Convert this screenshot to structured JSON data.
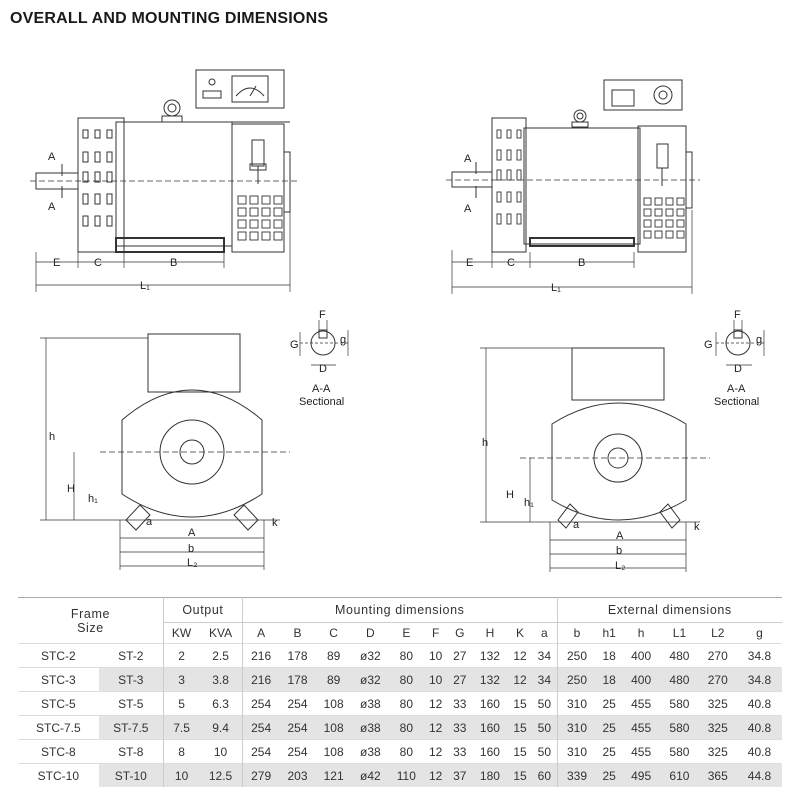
{
  "title": "OVERALL AND MOUNTING DIMENSIONS",
  "drawing_labels": {
    "A": "A",
    "B": "B",
    "C": "C",
    "E": "E",
    "L1": "L₁",
    "F": "F",
    "G": "G",
    "g": "g",
    "D": "D",
    "section_name": "A-A",
    "section_caption": "Sectional",
    "h": "h",
    "H": "H",
    "h1": "h₁",
    "a": "a",
    "k": "k",
    "b": "b",
    "L2": "L₂"
  },
  "table": {
    "group_headers": [
      "Frame\nSize",
      "Output",
      "Mounting dimensions",
      "External dimensions"
    ],
    "frame_header_line1": "Frame",
    "frame_header_line2": "Size",
    "output_header": "Output",
    "mounting_header": "Mounting dimensions",
    "external_header": "External dimensions",
    "columns": [
      "KW",
      "KVA",
      "A",
      "B",
      "C",
      "D",
      "E",
      "F",
      "G",
      "H",
      "K",
      "a",
      "b",
      "h1",
      "h",
      "L1",
      "L2",
      "g"
    ],
    "rows": [
      [
        "STC-2",
        "ST-2",
        "2",
        "2.5",
        "216",
        "178",
        "89",
        "ø32",
        "80",
        "10",
        "27",
        "132",
        "12",
        "34",
        "250",
        "18",
        "400",
        "480",
        "270",
        "34.8"
      ],
      [
        "STC-3",
        "ST-3",
        "3",
        "3.8",
        "216",
        "178",
        "89",
        "ø32",
        "80",
        "10",
        "27",
        "132",
        "12",
        "34",
        "250",
        "18",
        "400",
        "480",
        "270",
        "34.8"
      ],
      [
        "STC-5",
        "ST-5",
        "5",
        "6.3",
        "254",
        "254",
        "108",
        "ø38",
        "80",
        "12",
        "33",
        "160",
        "15",
        "50",
        "310",
        "25",
        "455",
        "580",
        "325",
        "40.8"
      ],
      [
        "STC-7.5",
        "ST-7.5",
        "7.5",
        "9.4",
        "254",
        "254",
        "108",
        "ø38",
        "80",
        "12",
        "33",
        "160",
        "15",
        "50",
        "310",
        "25",
        "455",
        "580",
        "325",
        "40.8"
      ],
      [
        "STC-8",
        "ST-8",
        "8",
        "10",
        "254",
        "254",
        "108",
        "ø38",
        "80",
        "12",
        "33",
        "160",
        "15",
        "50",
        "310",
        "25",
        "455",
        "580",
        "325",
        "40.8"
      ],
      [
        "STC-10",
        "ST-10",
        "10",
        "12.5",
        "279",
        "203",
        "121",
        "ø42",
        "110",
        "12",
        "37",
        "180",
        "15",
        "60",
        "339",
        "25",
        "495",
        "610",
        "365",
        "44.8"
      ]
    ]
  }
}
